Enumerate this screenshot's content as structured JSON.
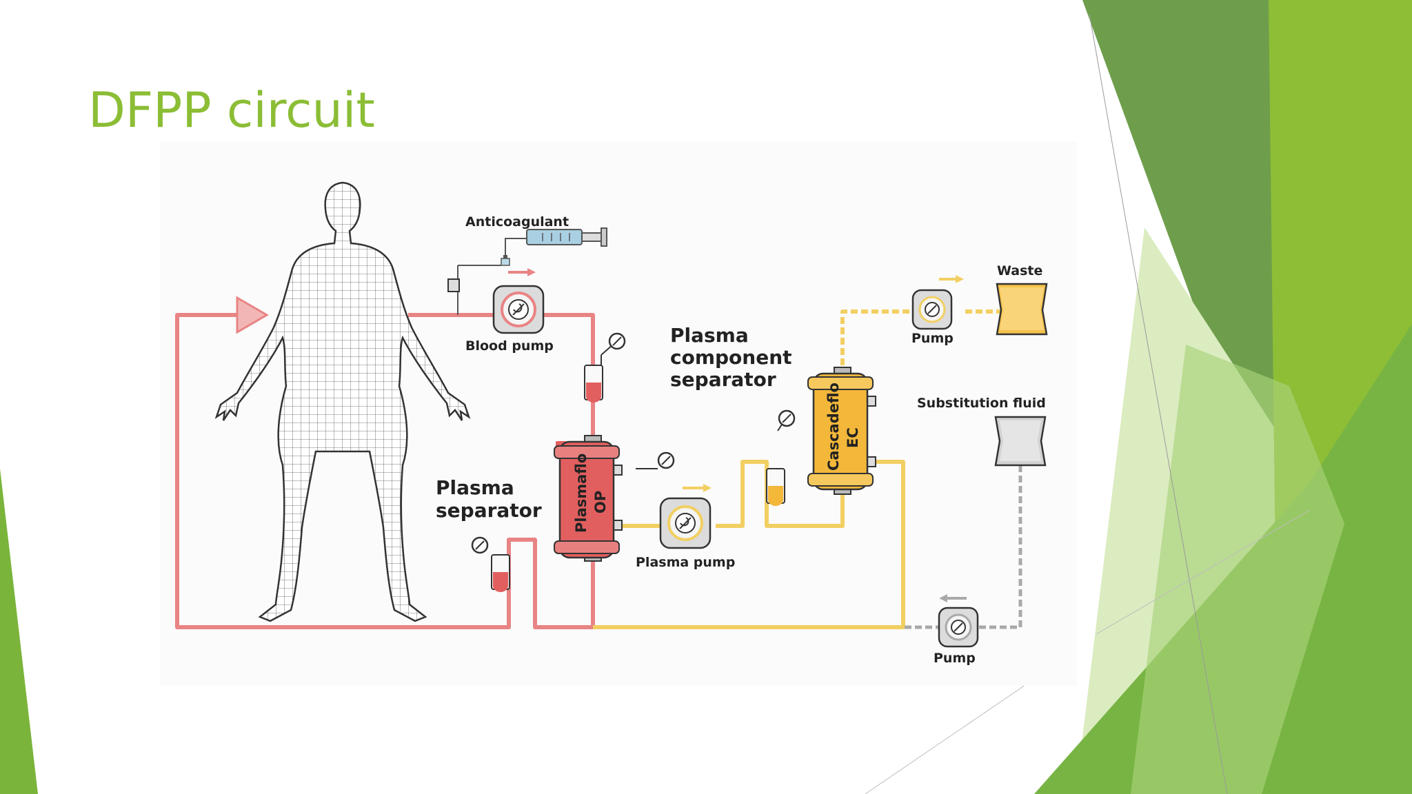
{
  "slide": {
    "title": "DFPP circuit"
  },
  "diagram": {
    "labels": {
      "anticoagulant": "Anticoagulant",
      "blood_pump": "Blood pump",
      "plasma_separator_line1": "Plasma",
      "plasma_separator_line2": "separator",
      "plasma_component_line1": "Plasma",
      "plasma_component_line2": "component",
      "plasma_component_line3": "separator",
      "plasmaflo_line1": "Plasmaflo",
      "plasmaflo_line2": "OP",
      "cascadeflo_line1": "Cascadeflo",
      "cascadeflo_line2": "EC",
      "plasma_pump": "Plasma pump",
      "waste": "Waste",
      "waste_pump": "Pump",
      "substitution_fluid": "Substitution fluid",
      "substitution_pump": "Pump"
    },
    "colors": {
      "blood_line": "#e98484",
      "plasma_line": "#f2cf62",
      "waste_line": "#f2cf62",
      "substitution_line": "#a9a9a9",
      "plasma_separator_body": "#e25f5f",
      "component_separator_body": "#f3b73a"
    }
  },
  "theme": {
    "accent": "#8bbd35",
    "shape_light": "#d9ebb8",
    "shape_mid": "#78b243",
    "shape_dark": "#5f9a45"
  }
}
